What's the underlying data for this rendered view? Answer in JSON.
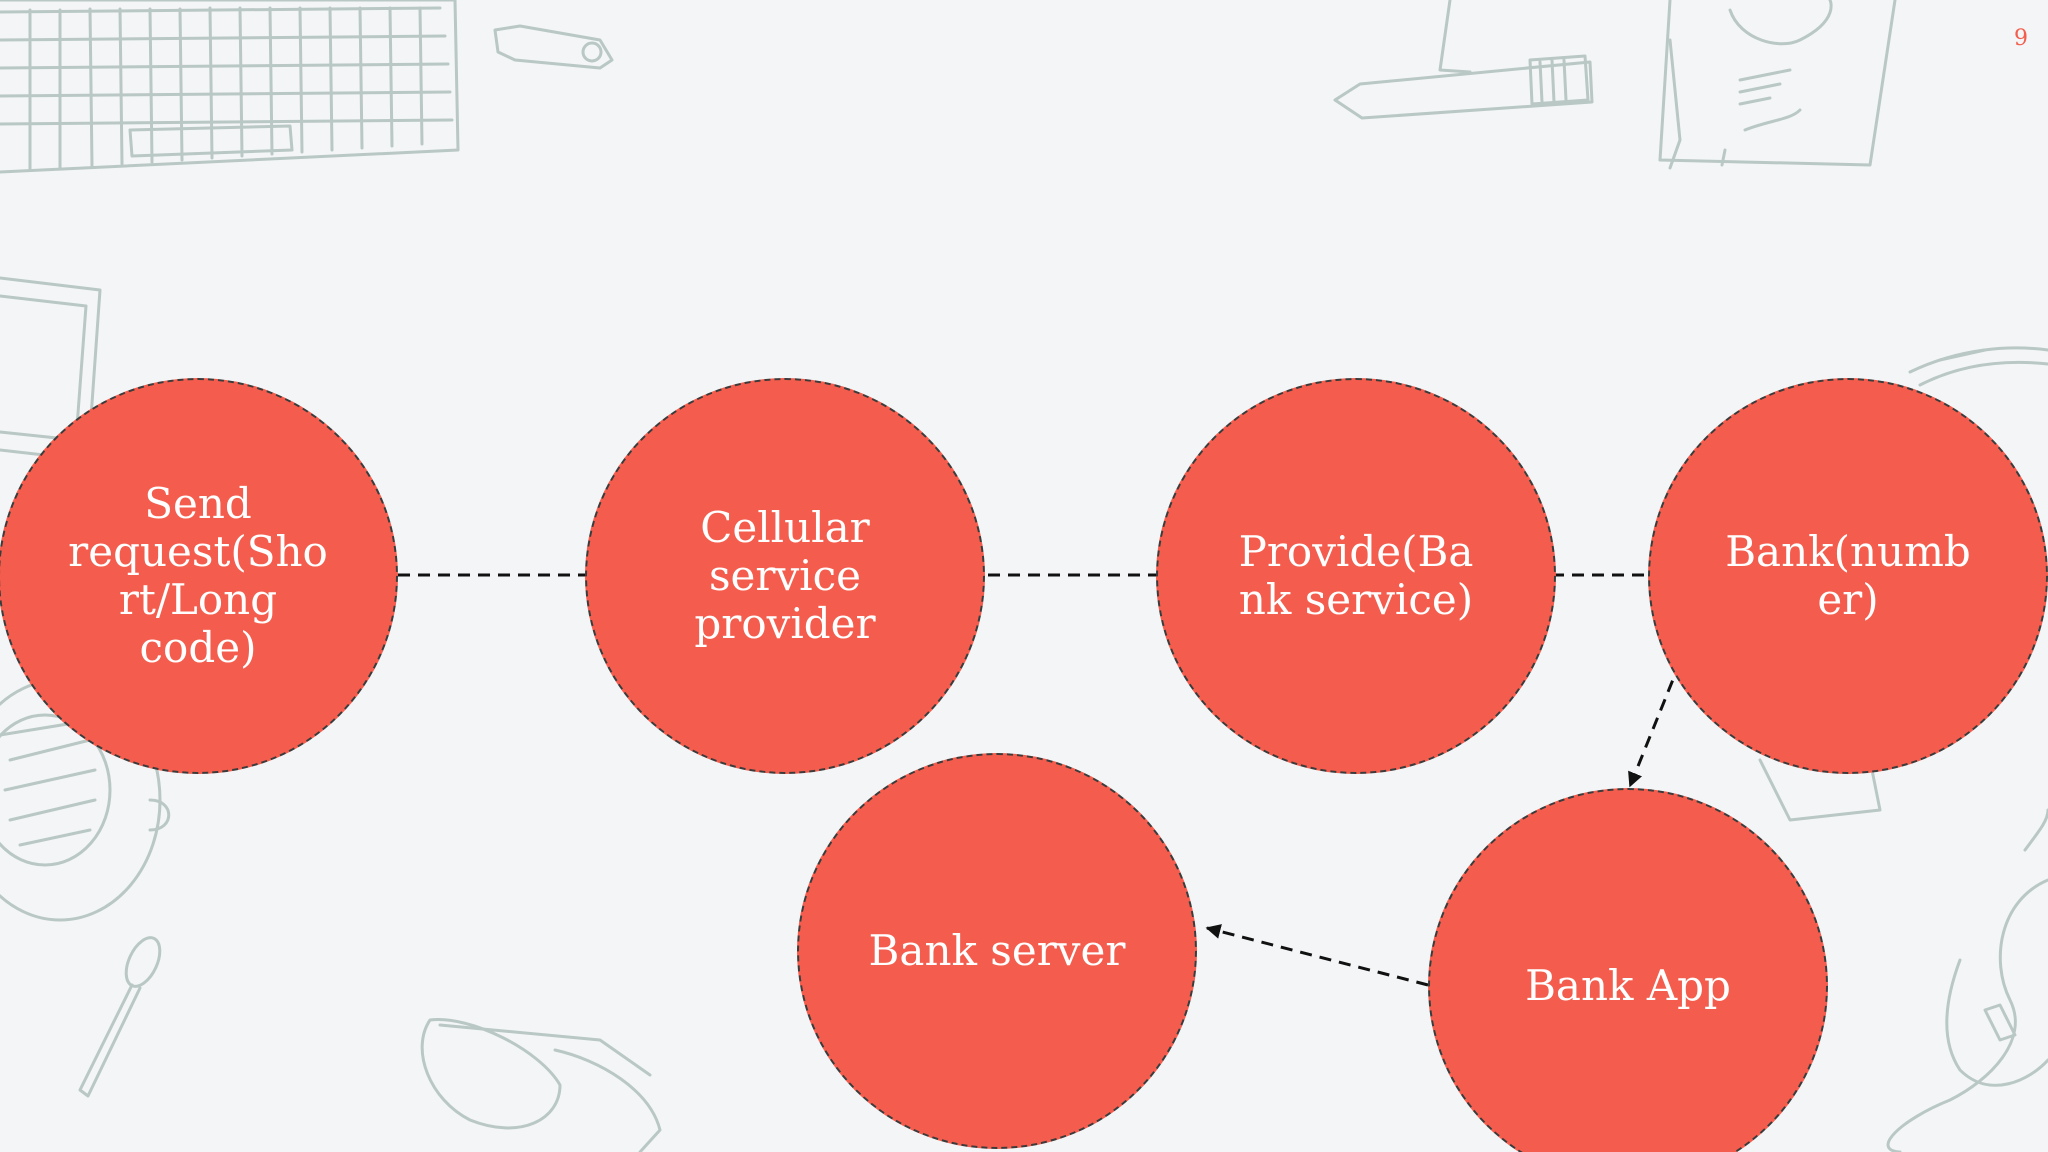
{
  "page_number": "9",
  "colors": {
    "background": "#f3f5f7",
    "node_fill": "#f45d4d",
    "node_border": "#3b3b3b",
    "node_text": "#ffffff",
    "sketch_lines": "#b9c8c4",
    "arrow": "#111111"
  },
  "decor_icons": [
    "keyboard-sketch-icon",
    "usb-drive-sketch-icon",
    "pen-sketch-icon",
    "notebook-sketch-icon",
    "tablet-sketch-icon",
    "coffee-cup-sketch-icon",
    "spoon-sketch-icon",
    "glasses-sketch-icon",
    "phone-sketch-icon",
    "earphones-sketch-icon"
  ],
  "nodes": [
    {
      "id": "send-request",
      "label": "Send\nrequest(Sho\nrt/Long\ncode)"
    },
    {
      "id": "cellular-provider",
      "label": "Cellular\nservice\nprovider"
    },
    {
      "id": "provide-bank-service",
      "label": "Provide(Ba\nnk service)"
    },
    {
      "id": "bank-number",
      "label": "Bank(numb\ner)"
    },
    {
      "id": "bank-app",
      "label": "Bank App"
    },
    {
      "id": "bank-server",
      "label": "Bank server"
    }
  ],
  "edges": [
    {
      "from": "send-request",
      "to": "cellular-provider"
    },
    {
      "from": "cellular-provider",
      "to": "provide-bank-service"
    },
    {
      "from": "provide-bank-service",
      "to": "bank-number"
    },
    {
      "from": "bank-number",
      "to": "bank-app"
    },
    {
      "from": "bank-app",
      "to": "bank-server"
    }
  ]
}
